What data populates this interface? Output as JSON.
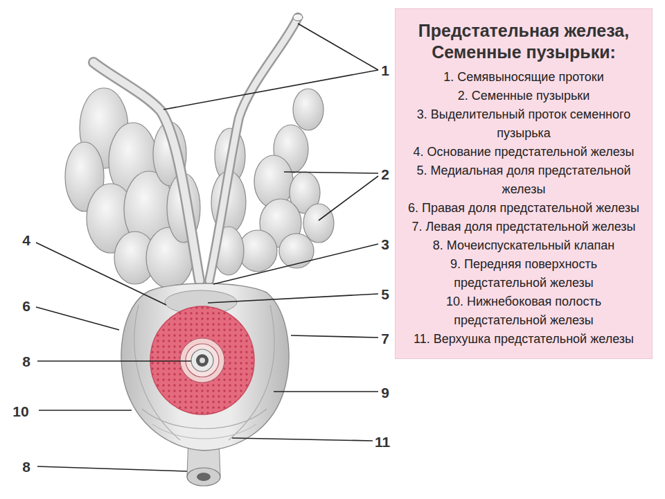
{
  "diagram": {
    "nodes": [
      {
        "text": [
          "Предстательная железа, Семенные пузырьки:",
          "1. Семявыносящие протоки",
          "2. Семенные пузырьки",
          "3. Выделительный проток семенного пузырька",
          "4. Основание предстательной железы",
          "5. Медиальная доля предстательной железы",
          "6. Правая доля предстательной железы",
          "7. Левая доля предстательной железы",
          "8. Мочеиспускательный клапан",
          "9. Передняя поверхность предстательной железы",
          "10. Нижнебоковая полость предстательной железы",
          "11. Верхушка предстательной железы"
        ]
      }
    ],
    "labels": [
      "1",
      "2",
      "4",
      "3",
      "5",
      "6",
      "7",
      "8",
      "9",
      "10",
      "11",
      "8"
    ]
  }
}
